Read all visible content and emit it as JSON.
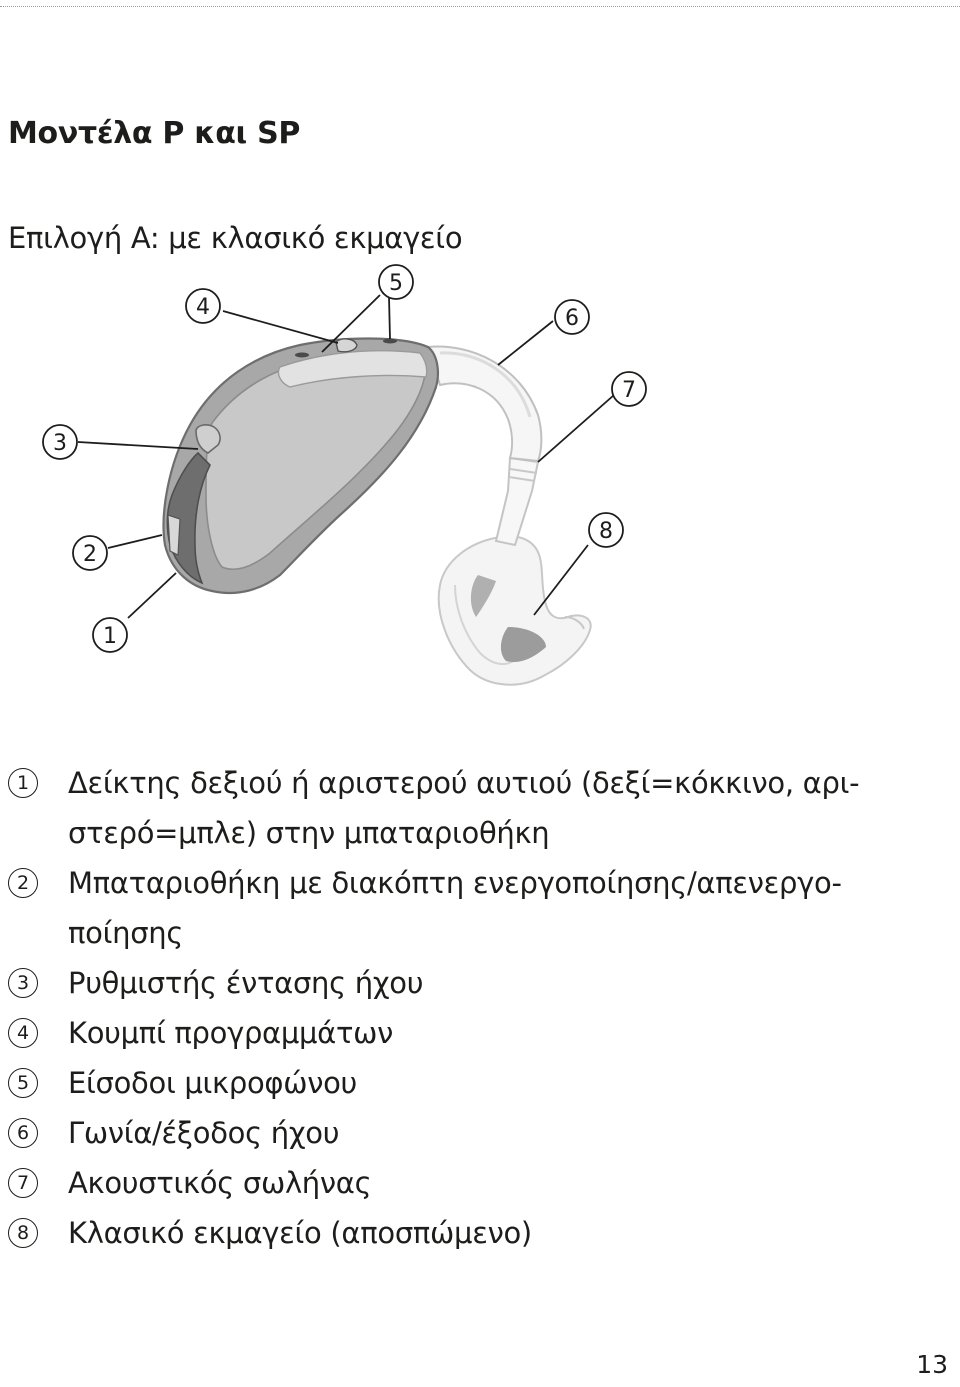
{
  "heading": "Μοντέλα P και SP",
  "subheading": "Επιλογή A: με κλασικό εκμαγείο",
  "callouts": [
    "1",
    "2",
    "3",
    "4",
    "5",
    "6",
    "7",
    "8"
  ],
  "legend": [
    {
      "num": "1",
      "line1": "Δείκτης δεξιού ή αριστερού αυτιού (δεξί=κόκκινο, αρι-",
      "line2": "στερό=μπλε) στην μπαταριοθήκη"
    },
    {
      "num": "2",
      "line1": "Μπαταριοθήκη με διακόπτη ενεργοποίησης/απενεργο-",
      "line2": "ποίησης"
    },
    {
      "num": "3",
      "line1": "Ρυθμιστής έντασης ήχου"
    },
    {
      "num": "4",
      "line1": "Κουμπί προγραμμάτων"
    },
    {
      "num": "5",
      "line1": "Είσοδοι μικροφώνου"
    },
    {
      "num": "6",
      "line1": "Γωνία/έξοδος ήχου"
    },
    {
      "num": "7",
      "line1": "Ακουστικός σωλήνας"
    },
    {
      "num": "8",
      "line1": "Κλασικό εκμαγείο (αποσπώμενο)"
    }
  ],
  "page_number": "13"
}
